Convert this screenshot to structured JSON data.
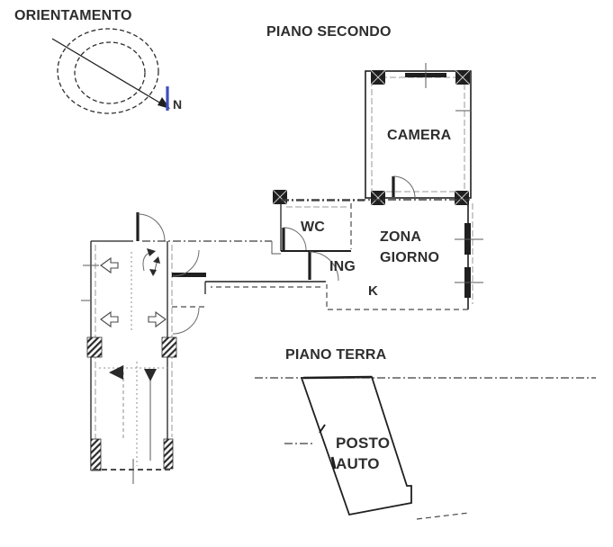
{
  "page": {
    "colors": {
      "bg": "#ffffff",
      "ink": "#1f1f1f",
      "text": "#2e2e2e",
      "accent-blue": "#3e4fbf"
    }
  },
  "compass": {
    "title": "ORIENTAMENTO",
    "north": "N"
  },
  "floor_second": {
    "title": "PIANO SECONDO",
    "rooms": [
      {
        "id": "camera",
        "label": "CAMERA"
      },
      {
        "id": "wc",
        "label": "WC"
      },
      {
        "id": "ing",
        "label": "ING"
      },
      {
        "id": "zona-giorno",
        "label_line1": "ZONA",
        "label_line2": "GIORNO"
      },
      {
        "id": "kitchen",
        "label": "K"
      }
    ]
  },
  "floor_ground": {
    "title": "PIANO TERRA",
    "rooms": [
      {
        "id": "posto-auto",
        "label_line1": "POSTO",
        "label_line2": "AUTO"
      }
    ]
  }
}
